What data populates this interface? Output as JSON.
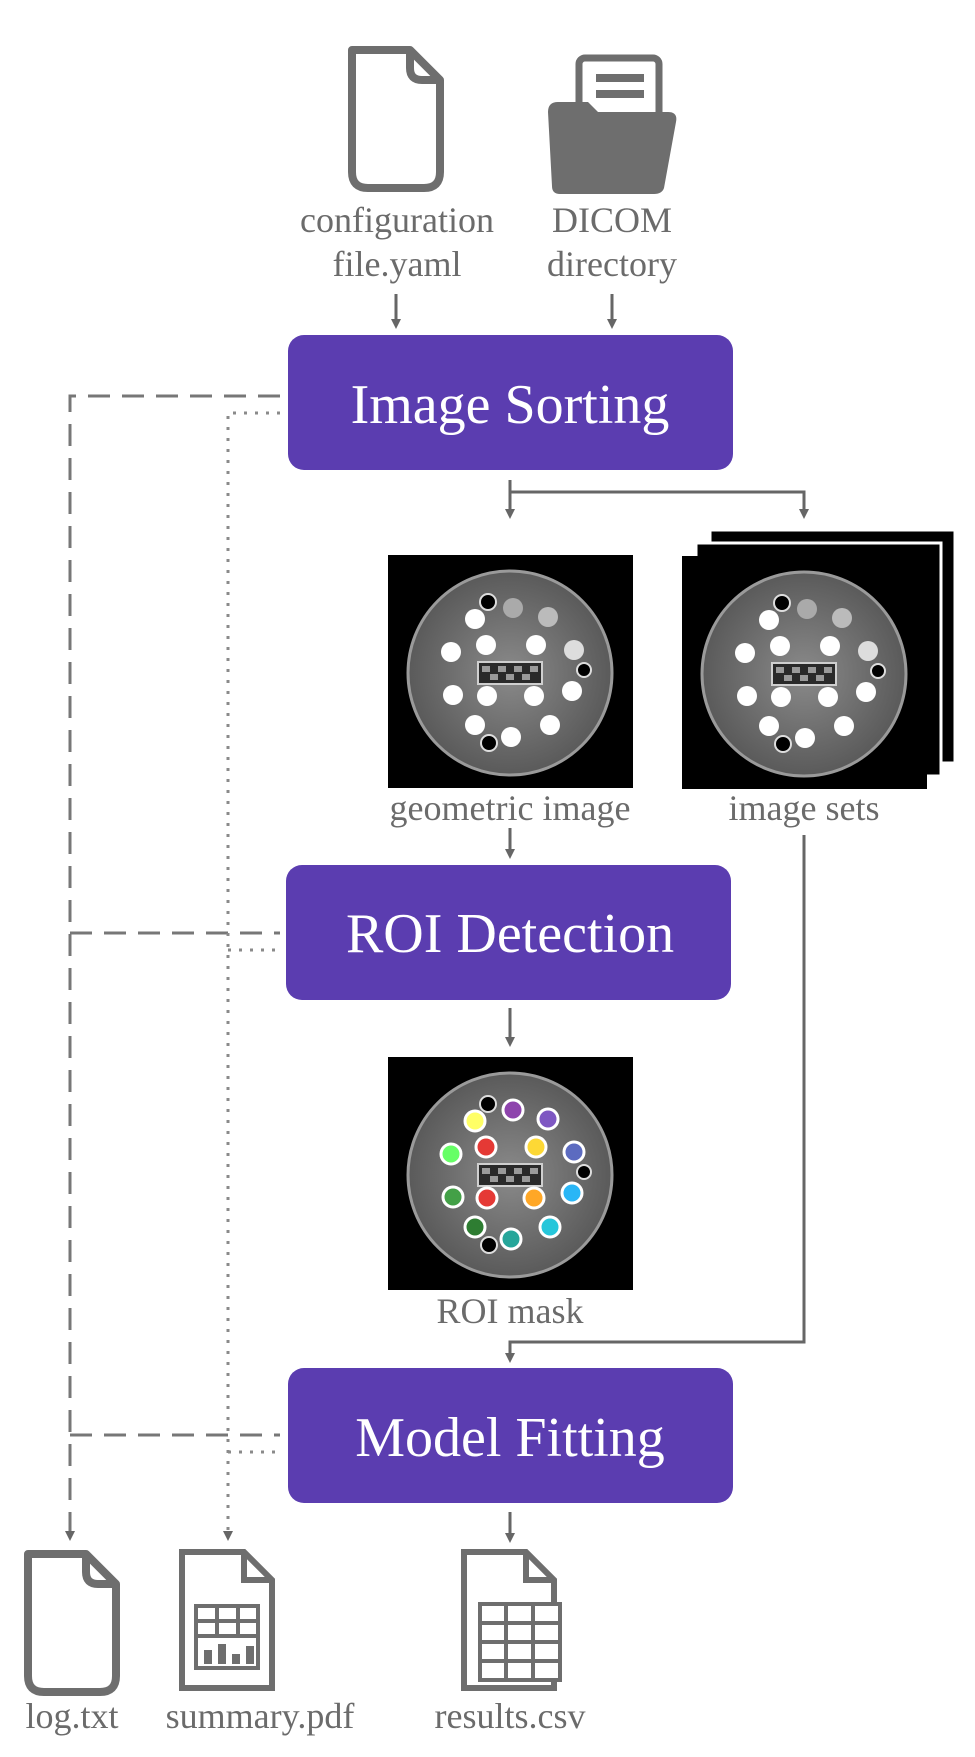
{
  "inputs": {
    "config_line1": "configuration",
    "config_line2": "file.yaml",
    "dicom_line1": "DICOM",
    "dicom_line2": "directory"
  },
  "steps": {
    "image_sorting": "Image Sorting",
    "roi_detection": "ROI Detection",
    "model_fitting": "Model Fitting"
  },
  "images": {
    "geometric": "geometric image",
    "sets": "image sets",
    "roi_mask": "ROI mask"
  },
  "outputs": {
    "log": "log.txt",
    "summary": "summary.pdf",
    "results": "results.csv"
  },
  "colors": {
    "box": "#5b3db0",
    "edge": "#666666",
    "roi_colors": [
      "#ffff66",
      "#8e44ad",
      "#7e57c2",
      "#66ff66",
      "#e53935",
      "#fdd835",
      "#5c6bc0",
      "#43a047",
      "#e53935",
      "#ffa726",
      "#29b6f6",
      "#2e7d32",
      "#26a69a",
      "#26c6da"
    ]
  }
}
